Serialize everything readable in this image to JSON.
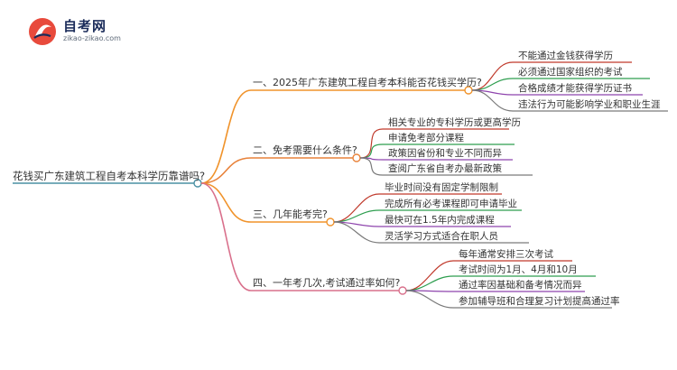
{
  "logo": {
    "name": "自考网",
    "url": "zikao-zikao.com"
  },
  "colors": {
    "root": "#4a90a4",
    "branches": [
      "#f0932b",
      "#e8823a",
      "#f0932b",
      "#d9708c"
    ],
    "leaves": [
      "#c0392b",
      "#2e9e4f",
      "#8e44ad",
      "#7a7a7a"
    ]
  },
  "mindmap": {
    "root": "花钱买广东建筑工程自考本科学历靠谱吗?",
    "branches": [
      {
        "label": "一、2025年广东建筑工程自考本科能否花钱买学历?",
        "children": [
          "不能通过金钱获得学历",
          "必须通过国家组织的考试",
          "合格成绩才能获得学历证书",
          "违法行为可能影响学业和职业生涯"
        ]
      },
      {
        "label": "二、免考需要什么条件?",
        "children": [
          "相关专业的专科学历或更高学历",
          "申请免考部分课程",
          "政策因省份和专业不同而异",
          "查阅广东省自考办最新政策"
        ]
      },
      {
        "label": "三、几年能考完?",
        "children": [
          "毕业时间没有固定学制限制",
          "完成所有必考课程即可申请毕业",
          "最快可在1.5年内完成课程",
          "灵活学习方式适合在职人员"
        ]
      },
      {
        "label": "四、一年考几次,考试通过率如何?",
        "children": [
          "每年通常安排三次考试",
          "考试时间为1月、4月和10月",
          "通过率因基础和备考情况而异",
          "参加辅导班和合理复习计划提高通过率"
        ]
      }
    ]
  }
}
